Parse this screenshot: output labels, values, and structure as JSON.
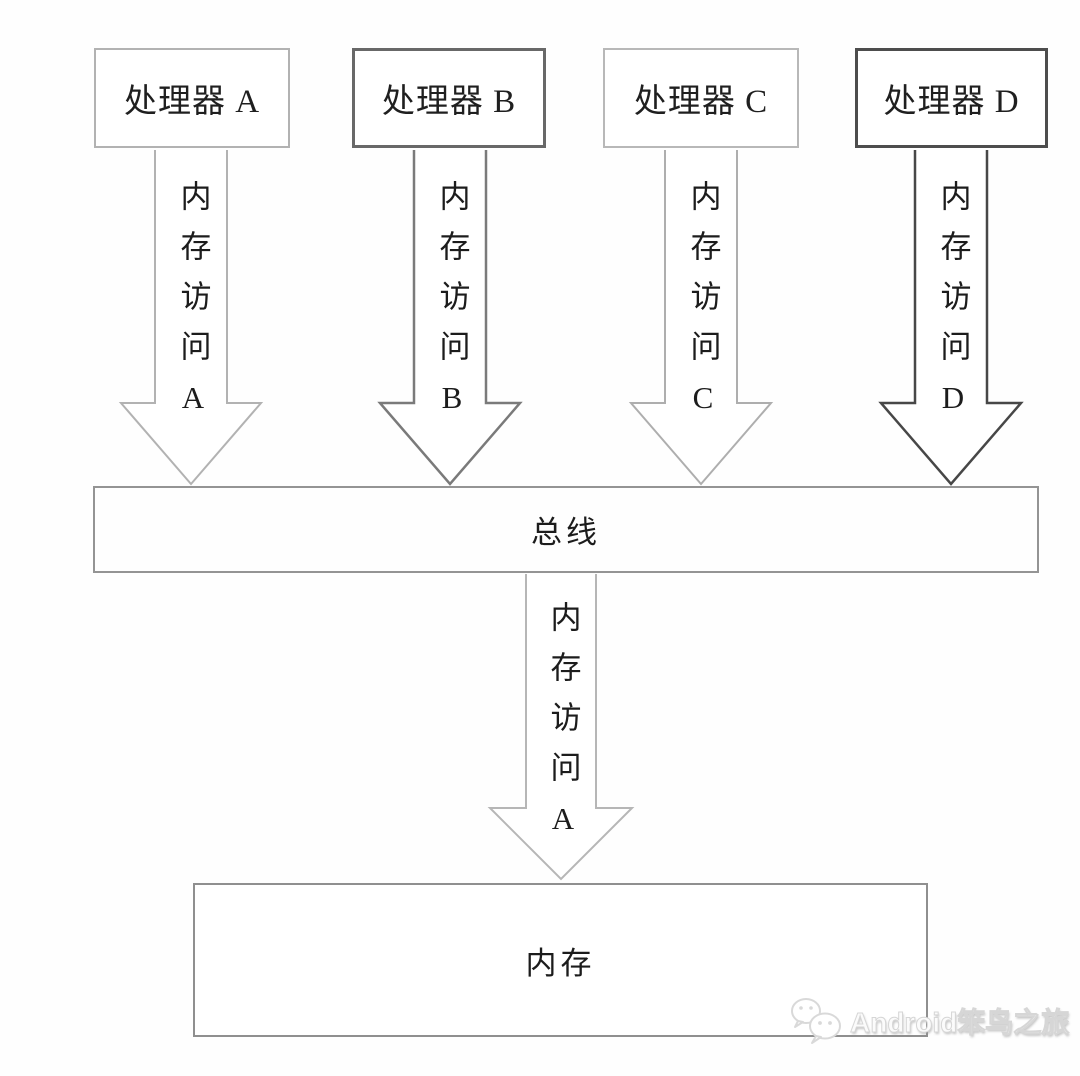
{
  "diagram": {
    "processors": [
      {
        "id": "A",
        "label": "处理器 A"
      },
      {
        "id": "B",
        "label": "处理器 B"
      },
      {
        "id": "C",
        "label": "处理器 C"
      },
      {
        "id": "D",
        "label": "处理器 D"
      }
    ],
    "bus": {
      "label": "总线"
    },
    "memory": {
      "label": "内存"
    },
    "arrows": [
      {
        "from": "处理器 A",
        "to": "总线",
        "label": "内存访问A"
      },
      {
        "from": "处理器 B",
        "to": "总线",
        "label": "内存访问B"
      },
      {
        "from": "处理器 C",
        "to": "总线",
        "label": "内存访问C"
      },
      {
        "from": "处理器 D",
        "to": "总线",
        "label": "内存访问D"
      },
      {
        "from": "总线",
        "to": "内存",
        "label": "内存访问A"
      }
    ]
  },
  "watermark": {
    "icon": "wechat-chat-bubbles-icon",
    "text": "Android笨鸟之旅"
  },
  "colors": {
    "text": "#1c1c1c",
    "box_border_light": "#b5b5b5",
    "box_border_dark": "#4d4d4d",
    "bus_border": "#949494",
    "memory_border": "#8f8f8f",
    "arrow_a": "#b2b2b2",
    "arrow_b": "#7a7a7a",
    "arrow_c": "#aeaeae",
    "arrow_d": "#474747",
    "arrow_bus_to_memory": "#b6b6b6",
    "watermark_gray": "#d6d6d6"
  }
}
